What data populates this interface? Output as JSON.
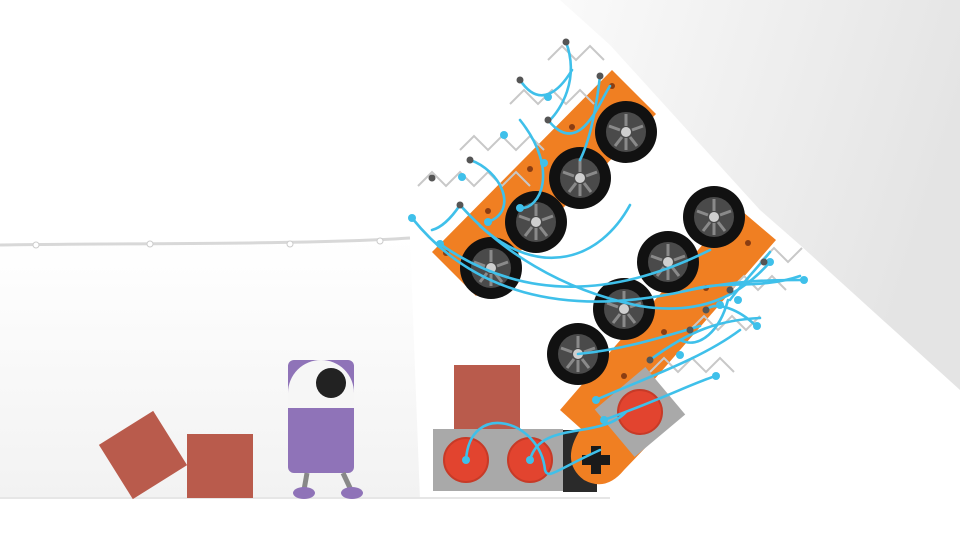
{
  "game": {
    "palette": {
      "background": "#ffffff",
      "floor_shadow": "#ededed",
      "ceiling": "#f0f0f0",
      "crate": "#b95b4c",
      "chassis_orange": "#f07f22",
      "wheel_tire": "#111111",
      "wheel_hub": "#4a4a4a",
      "button_red": "#e2442f",
      "button_base": "#a9a9a9",
      "wire": "#3fc0ea",
      "robot_body": "#8f73b8",
      "robot_feet": "#8f73b8"
    },
    "icons": [
      "crate",
      "robot",
      "wheel",
      "button-block",
      "gamepad-cross",
      "wire-connector",
      "spring-link"
    ]
  }
}
